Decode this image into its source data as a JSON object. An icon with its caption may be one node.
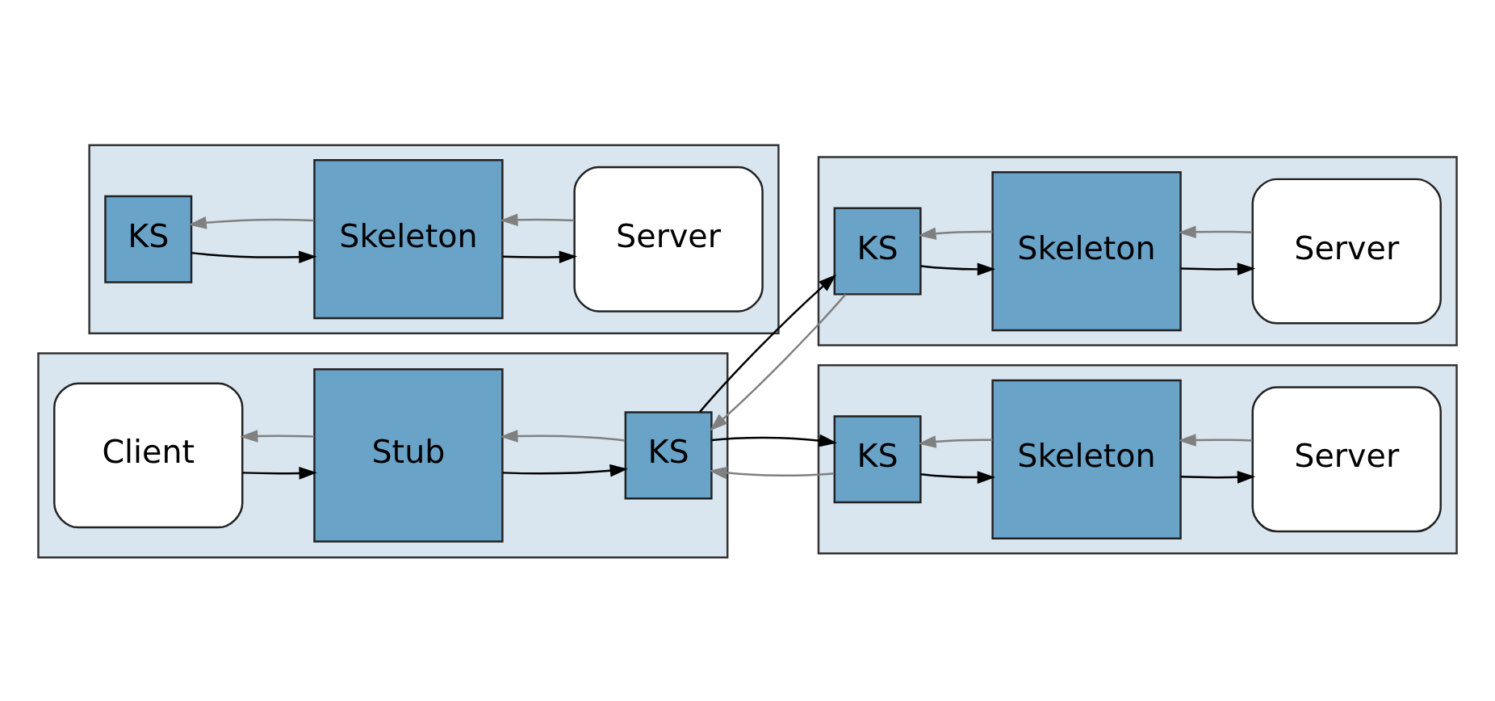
{
  "diagram": {
    "nodes": [
      {
        "text": [],
        "shape": "box"
      },
      {
        "text": [
          "Client"
        ],
        "in": 0
      },
      {
        "text": [
          "Stub"
        ],
        "in": 0
      },
      {
        "text": [
          "KS"
        ],
        "in": 0
      },
      {
        "text": [],
        "shape": "box"
      },
      {
        "text": [
          "KS"
        ],
        "in": 4
      },
      {
        "text": [
          "Skeleton"
        ],
        "in": 4
      },
      {
        "text": [
          "Server"
        ],
        "in": 4
      },
      {
        "text": [],
        "shape": "box"
      },
      {
        "text": [
          "KS"
        ],
        "in": 8
      },
      {
        "text": [
          "Skeleton"
        ],
        "in": 8
      },
      {
        "text": [
          "Server"
        ],
        "in": 8
      },
      {
        "text": [],
        "shape": "box"
      },
      {
        "text": [
          "KS"
        ],
        "in": 12
      },
      {
        "text": [
          "Skeleton"
        ],
        "in": 12
      },
      {
        "text": [
          "Server"
        ],
        "in": 12
      }
    ],
    "edges": [
      {
        "from": 1,
        "to": 2,
        "arrow": "to"
      },
      {
        "from": 2,
        "to": 1,
        "arrow": "to",
        "color": "#808080"
      },
      {
        "from": 2,
        "to": 3,
        "arrow": "to"
      },
      {
        "from": 3,
        "to": 2,
        "arrow": "to",
        "color": "#808080"
      },
      {
        "from": 3,
        "to": 9,
        "arrow": "to"
      },
      {
        "from": 9,
        "to": 3,
        "arrow": "to",
        "color": "#808080"
      },
      {
        "from": 3,
        "to": 13,
        "arrow": "to"
      },
      {
        "from": 13,
        "to": 3,
        "arrow": "to",
        "color": "#808080"
      },
      {
        "from": 5,
        "to": 6,
        "arrow": "to"
      },
      {
        "from": 6,
        "to": 5,
        "arrow": "to",
        "color": "#808080"
      },
      {
        "from": 6,
        "to": 7,
        "arrow": "to"
      },
      {
        "from": 7,
        "to": 6,
        "arrow": "to",
        "color": "#808080"
      },
      {
        "from": 9,
        "to": 10,
        "arrow": "to"
      },
      {
        "from": 10,
        "to": 9,
        "arrow": "to",
        "color": "#808080"
      },
      {
        "from": 10,
        "to": 11,
        "arrow": "to"
      },
      {
        "from": 11,
        "to": 10,
        "arrow": "to",
        "color": "#808080"
      },
      {
        "from": 13,
        "to": 14,
        "arrow": "to"
      },
      {
        "from": 14,
        "to": 13,
        "arrow": "to",
        "color": "#808080"
      },
      {
        "from": 14,
        "to": 15,
        "arrow": "to"
      },
      {
        "from": 15,
        "to": 14,
        "arrow": "to",
        "color": "#808080"
      }
    ]
  }
}
